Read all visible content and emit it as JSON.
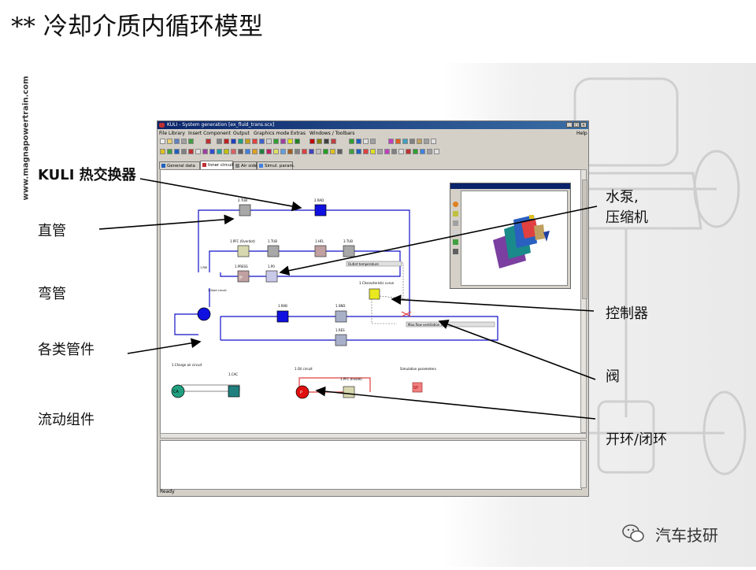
{
  "slide": {
    "title": "** 冷却介质内循环模型",
    "side_url": "www.magnapowertrain.com",
    "watermark": "汽车技研"
  },
  "labels_left": {
    "kuli": "KULI 热交换器",
    "pipe": "直管",
    "bend": "弯管",
    "fittings": "各类管件",
    "flow": "流动组件"
  },
  "labels_right": {
    "pump": "水泵,",
    "compressor": "压缩机",
    "controller": "控制器",
    "valve": "阀",
    "openclose": "开环/闭环"
  },
  "window": {
    "title": "KULI - System generation  [ex_fluid_trans.scx]",
    "menu": [
      "File",
      "Library",
      "Insert Component",
      "Output",
      "Graphics mode",
      "Extras",
      "Windows / Toolbars"
    ],
    "help": "Help",
    "tabs": [
      "General data",
      "Inner circuit",
      "Air side",
      "Simul. param."
    ],
    "status": "Ready"
  },
  "diagram": {
    "nodes": {
      "tube2": "2.TUB",
      "rad2": "2.RAD",
      "pfc1": "1.PFC (Overdot)",
      "tub1": "1.TUB",
      "hfl1": "1.HFL",
      "tub3": "3.TUB",
      "press1": "1.PRESS",
      "p1": "1.P0",
      "rad1": "1.RAB",
      "snd1": "1.SND",
      "res1": "1.RES",
      "charcurve": "1.Characteristic curve",
      "outletmes": "Outlet temperature",
      "maxflow": "Max.flow ventilation ctrl.",
      "charge": "1.Charge air circuit",
      "cac1": "1.CAC",
      "oil": "1.Oil circuit",
      "pfcb": "1.PFC (Inside)",
      "simparam": "Simulation parameters",
      "rw1": "1.RW",
      "start_circuit": "1.Start circuit"
    },
    "glyphs": {
      "pump_left": "P",
      "oil_pump": "P",
      "charge_pump": "CA",
      "sp": "SP"
    }
  },
  "colors": {
    "flow_line": "#1010c8",
    "oil_line": "#e04040",
    "charge_line": "#a0a0a0",
    "titlebar": "#0a246a"
  }
}
